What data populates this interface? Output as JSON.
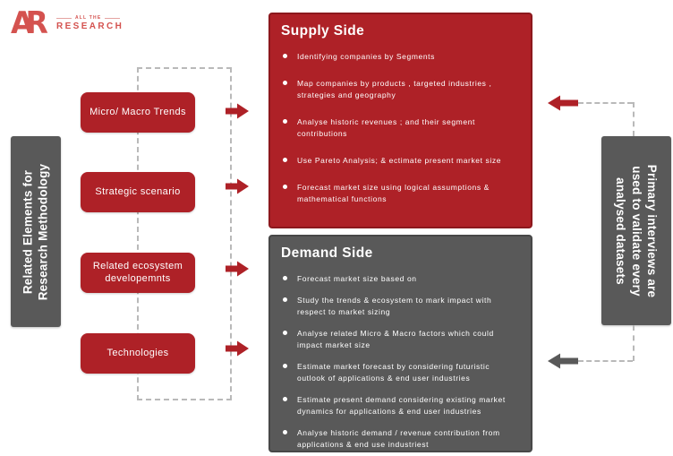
{
  "logo": {
    "monogram": "AR",
    "tagline_top": "ALL THE",
    "tagline_bottom": "RESEARCH"
  },
  "left_banner": {
    "label": "Related Elements for Research Methodology"
  },
  "right_banner": {
    "label": "Primary interviews are used to validate every analysed datasets"
  },
  "trend_boxes": [
    {
      "label": "Micro/ Macro Trends"
    },
    {
      "label": "Strategic scenario"
    },
    {
      "label": "Related ecosystem developemnts"
    },
    {
      "label": "Technologies"
    }
  ],
  "supply_side": {
    "title": "Supply Side",
    "bullets": [
      "Identifying companies by Segments",
      "Map companies by products , targeted industries , strategies and geography",
      "Analyse historic revenues ; and their segment contributions",
      "Use Pareto Analysis; & ectimate present market size",
      "Forecast market size using logical assumptions & mathematical functions"
    ]
  },
  "demand_side": {
    "title": "Demand Side",
    "bullets": [
      "Forecast market size based on",
      "Study the trends & ecosystem to mark impact with respect to market sizing",
      "Analyse related Micro & Macro factors which could impact market size",
      "Estimate market forecast by considering futuristic outlook of applications & end user industries",
      "Estimate present demand considering existing market dynamics for applications & end user industries",
      "Analyse historic demand / revenue contribution from applications & end use industriest"
    ]
  },
  "colors": {
    "red": "#ae2127",
    "red_border": "#8c181d",
    "gray": "#595959",
    "logo_red": "#d4524f",
    "dash_gray": "#b9b9b9"
  }
}
